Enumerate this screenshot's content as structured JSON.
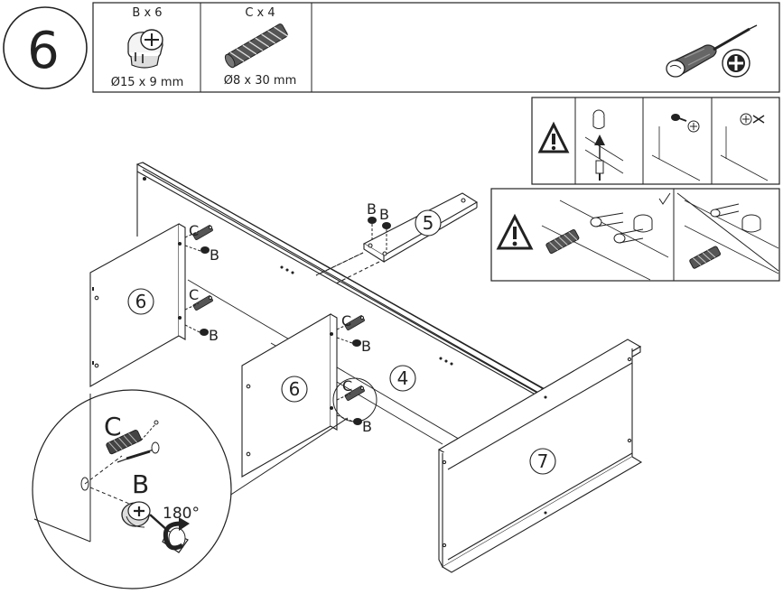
{
  "step": {
    "number": "6"
  },
  "parts": [
    {
      "code": "B",
      "qty_label": "B x 6",
      "size_label": "Ø15 x 9 mm",
      "icon": "cam-lock-icon"
    },
    {
      "code": "C",
      "qty_label": "C x 4",
      "size_label": "Ø8 x 30 mm",
      "icon": "wooden-dowel-icon"
    }
  ],
  "tools": [
    {
      "icon": "phillips-screwdriver-icon"
    },
    {
      "icon": "phillips-head-icon"
    }
  ],
  "warnings": [
    {
      "icon": "warning-icon"
    },
    {
      "icon": "warning-icon"
    }
  ],
  "panels": {
    "p4": "4",
    "p5": "5",
    "p6a": "6",
    "p6b": "6",
    "p7": "7"
  },
  "callouts": {
    "b": "B",
    "c": "C",
    "rotation": "180°"
  },
  "colors": {
    "line": "#222222",
    "background": "#ffffff"
  }
}
